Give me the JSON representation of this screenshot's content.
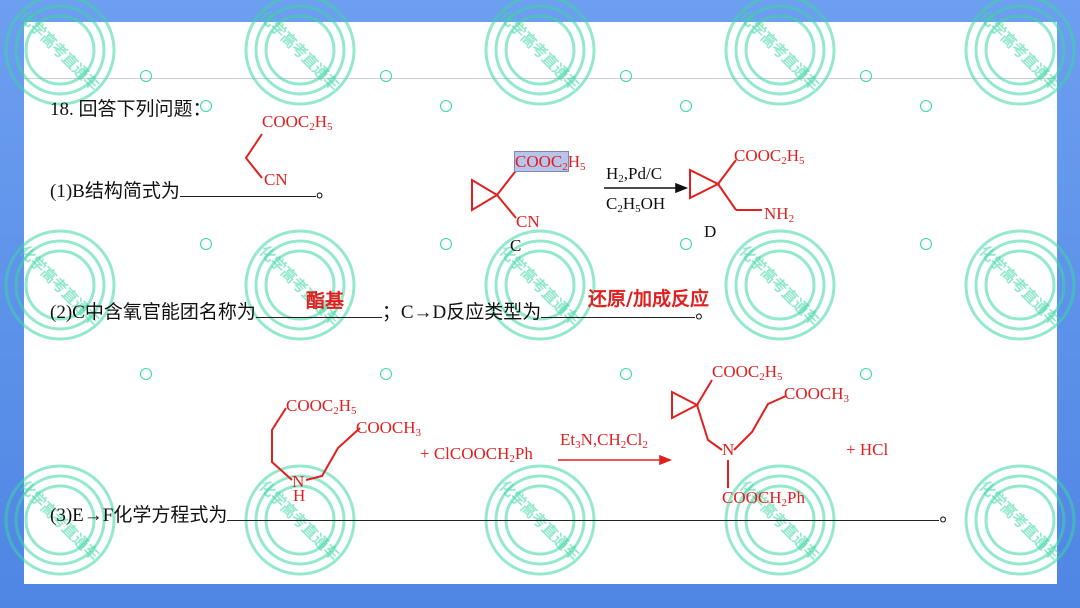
{
  "question": {
    "title": "18. 回答下列问题：",
    "part1": {
      "prefix": "(1)B结构简式为",
      "suffix": "。"
    },
    "part2": {
      "prefix": "(2)C中含氧官能团名称为",
      "mid": "；C→D反应类型为",
      "suffix": "。",
      "answer1": "酯基",
      "answer2": "还原/加成反应"
    },
    "part3": {
      "prefix": "(3)E→F化学方程式为",
      "suffix": "。"
    }
  },
  "structures": {
    "b": {
      "top": "COOC",
      "top_sub": "2",
      "top_h": "H",
      "top_sub2": "5",
      "bottom": "CN"
    },
    "c": {
      "top_a": "COOC",
      "top_sub": "2",
      "top_b": "H",
      "top_sub2": "5",
      "bottom": "CN",
      "label": "C"
    },
    "cd_reagents": {
      "above": "H",
      "above_sub": "2",
      "above_rest": ",Pd/C",
      "below_a": "C",
      "below_sub": "2",
      "below_b": "H",
      "below_sub2": "5",
      "below_c": "OH"
    },
    "d": {
      "top": "COOC",
      "top_sub": "2",
      "top_h": "H",
      "top_sub2": "5",
      "bottom": "NH",
      "bottom_sub": "2",
      "label": "D"
    },
    "e": {
      "left": "COOC",
      "left_sub": "2",
      "left_h": "H",
      "left_sub2": "5",
      "right": "COOCH",
      "right_sub": "3",
      "n": "N",
      "h": "H"
    },
    "reagent": {
      "a": "+ ClCOOCH",
      "sub": "2",
      "b": "Ph"
    },
    "ef_conditions": {
      "a": "Et",
      "sub1": "3",
      "b": "N,CH",
      "sub2": "2",
      "c": "Cl",
      "sub3": "2"
    },
    "f": {
      "top": "COOC",
      "top_sub": "2",
      "top_h": "H",
      "top_sub2": "5",
      "right": "COOCH",
      "right_sub": "3",
      "n": "N",
      "bottom": "COOCH",
      "bottom_sub": "2",
      "bottom_b": "Ph"
    },
    "byproduct": "+ HCl"
  },
  "watermark": {
    "text": "化学高考直通车",
    "color": "#3dd6a3"
  }
}
